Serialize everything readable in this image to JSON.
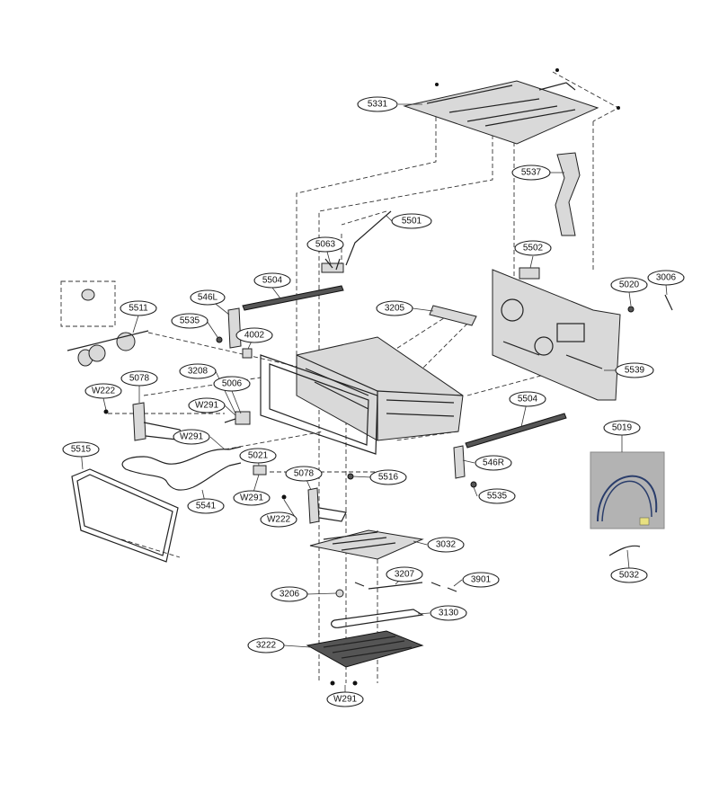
{
  "labels": {
    "p5331": "5331",
    "p5537": "5537",
    "p5501": "5501",
    "p5063": "5063",
    "p5502": "5502",
    "p5504_top": "5504",
    "p3006": "3006",
    "p5020": "5020",
    "p546L": "546L",
    "p5511": "5511",
    "p3205": "3205",
    "p5535_left": "5535",
    "p4002": "4002",
    "p5539": "5539",
    "p3208": "3208",
    "p5006": "5006",
    "p5078_left": "5078",
    "pW222_left": "W222",
    "pW291_a": "W291",
    "p5504_right": "5504",
    "p5019": "5019",
    "pW291_b": "W291",
    "p5515": "5515",
    "p5021": "5021",
    "p546R": "546R",
    "p5078_mid": "5078",
    "p5516": "5516",
    "pW291_c": "W291",
    "p5535_right": "5535",
    "p5541": "5541",
    "pW222_mid": "W222",
    "p3032": "3032",
    "p3207": "3207",
    "p3901": "3901",
    "p5032": "5032",
    "p3206": "3206",
    "p3130": "3130",
    "p3222": "3222",
    "pW291_bottom": "W291"
  }
}
